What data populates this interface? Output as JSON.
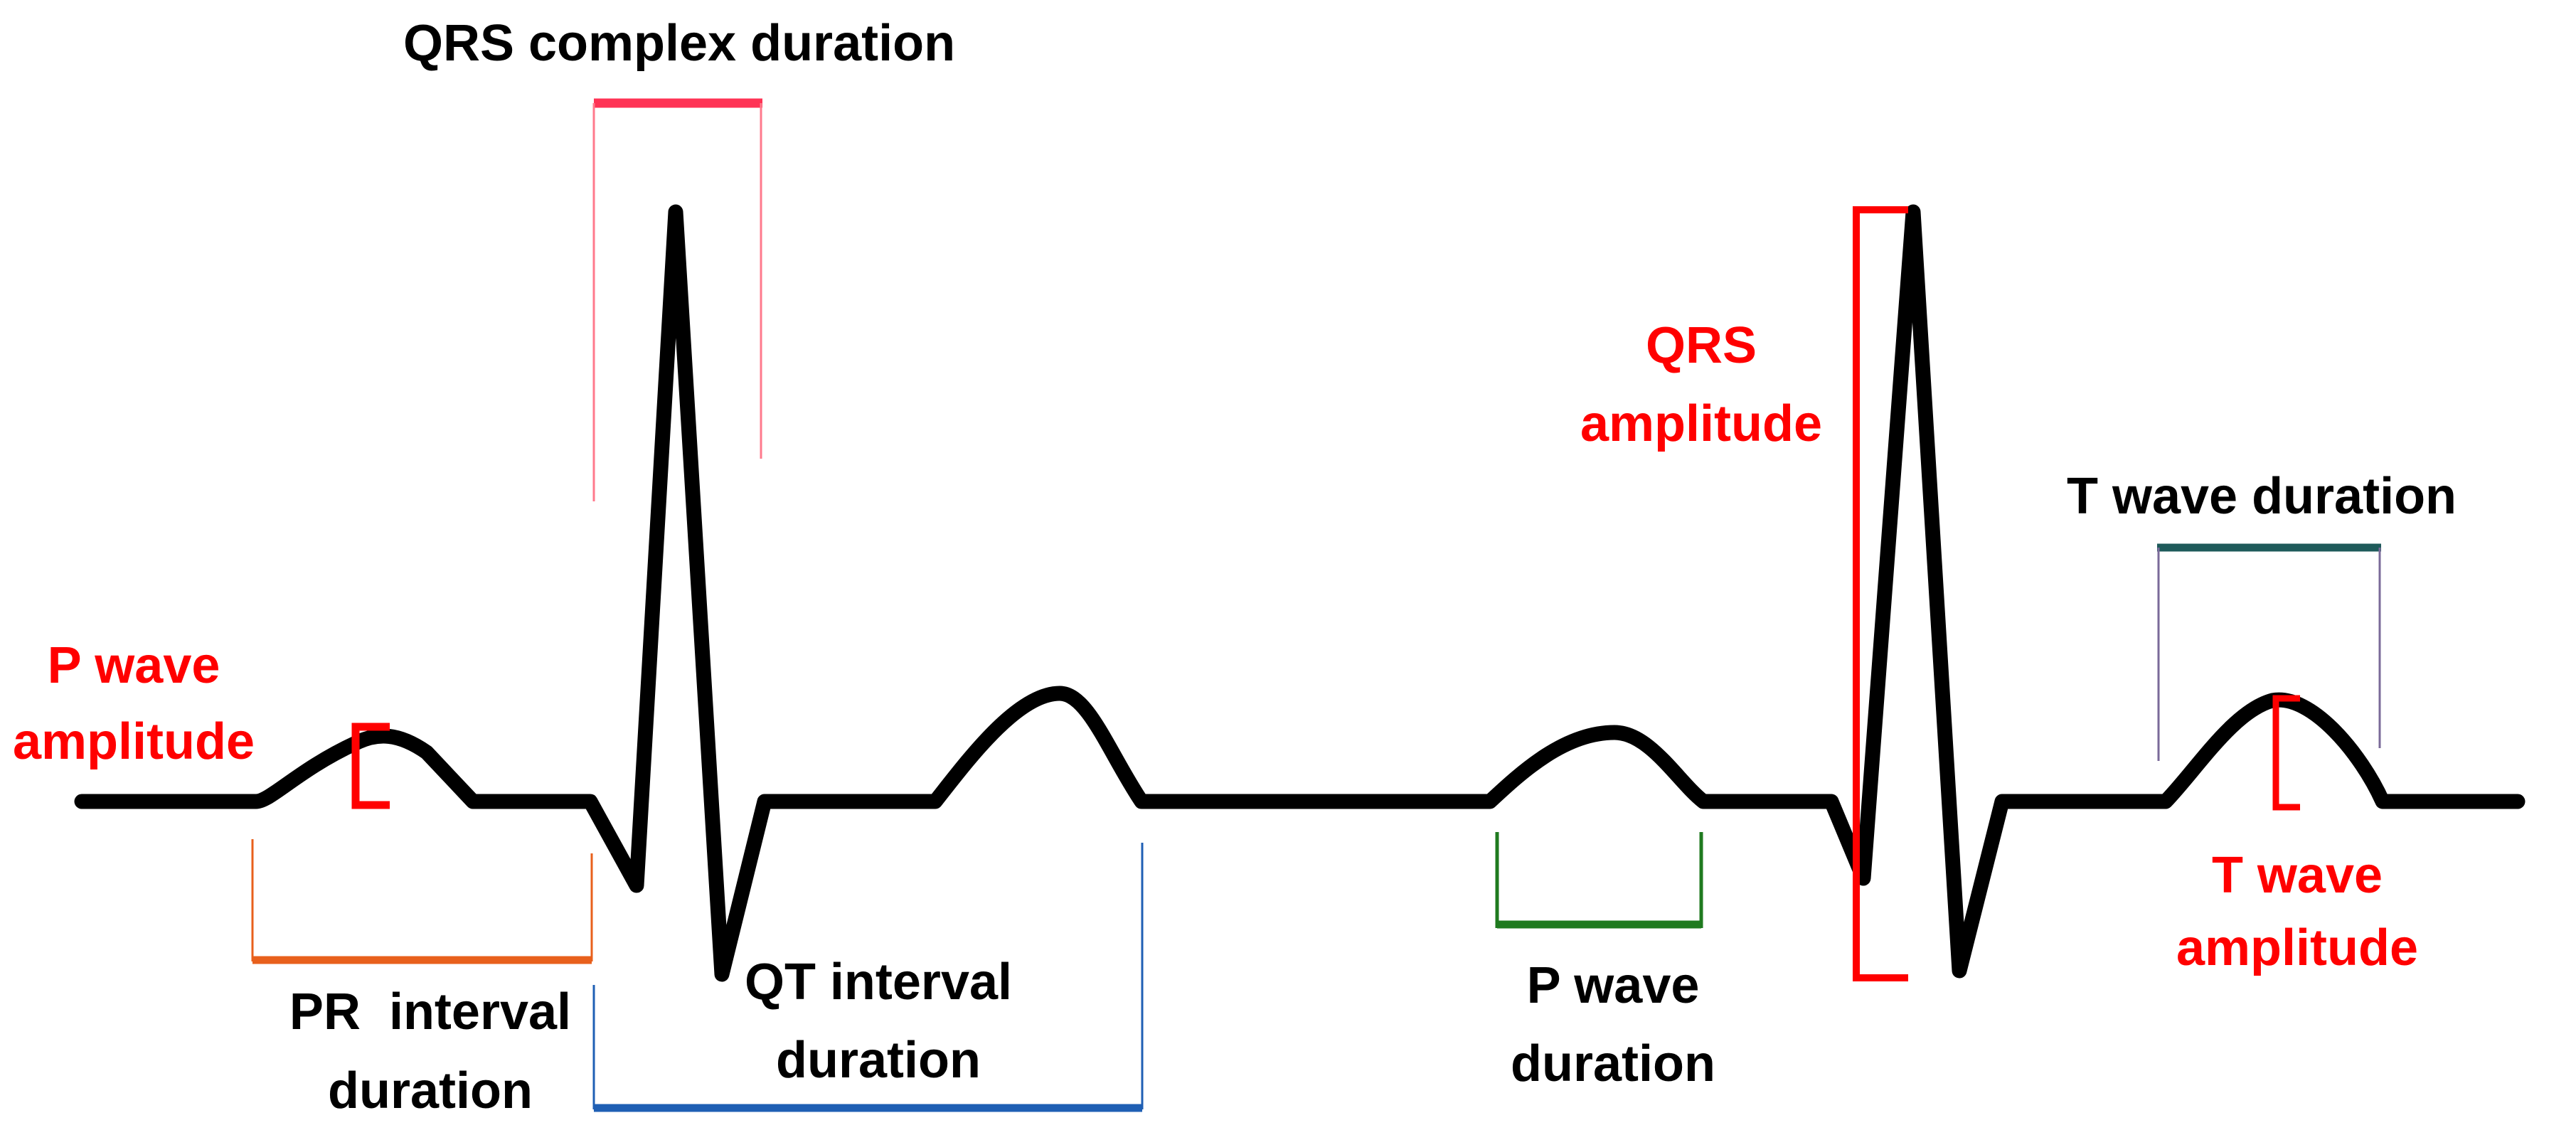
{
  "colors": {
    "background": "#ffffff",
    "waveform": "#000000",
    "amplitude_red": "#ff0000",
    "qrs_duration": "#ff3355",
    "qrs_duration_thin": "#ff7a8c",
    "pr_interval": "#e8601c",
    "qt_interval": "#1f5fb4",
    "p_wave_duration": "#1f7a1f",
    "t_wave_duration": "#1e5a5a",
    "t_wave_duration_thin": "#7a6a99",
    "label_black": "#000000",
    "label_red": "#ff0000"
  },
  "labels": {
    "qrs_complex_duration": "QRS complex duration",
    "p_wave_amplitude_1": "P wave",
    "p_wave_amplitude_2": "amplitude",
    "qrs_amplitude_1": "QRS",
    "qrs_amplitude_2": "amplitude",
    "t_wave_duration": "T wave duration",
    "t_wave_amplitude_1": "T wave",
    "t_wave_amplitude_2": "amplitude",
    "pr_interval_1": "PR  interval",
    "pr_interval_2": "duration",
    "qt_interval_1": "QT interval",
    "qt_interval_2": "duration",
    "p_wave_duration_1": "P wave",
    "p_wave_duration_2": "duration"
  }
}
